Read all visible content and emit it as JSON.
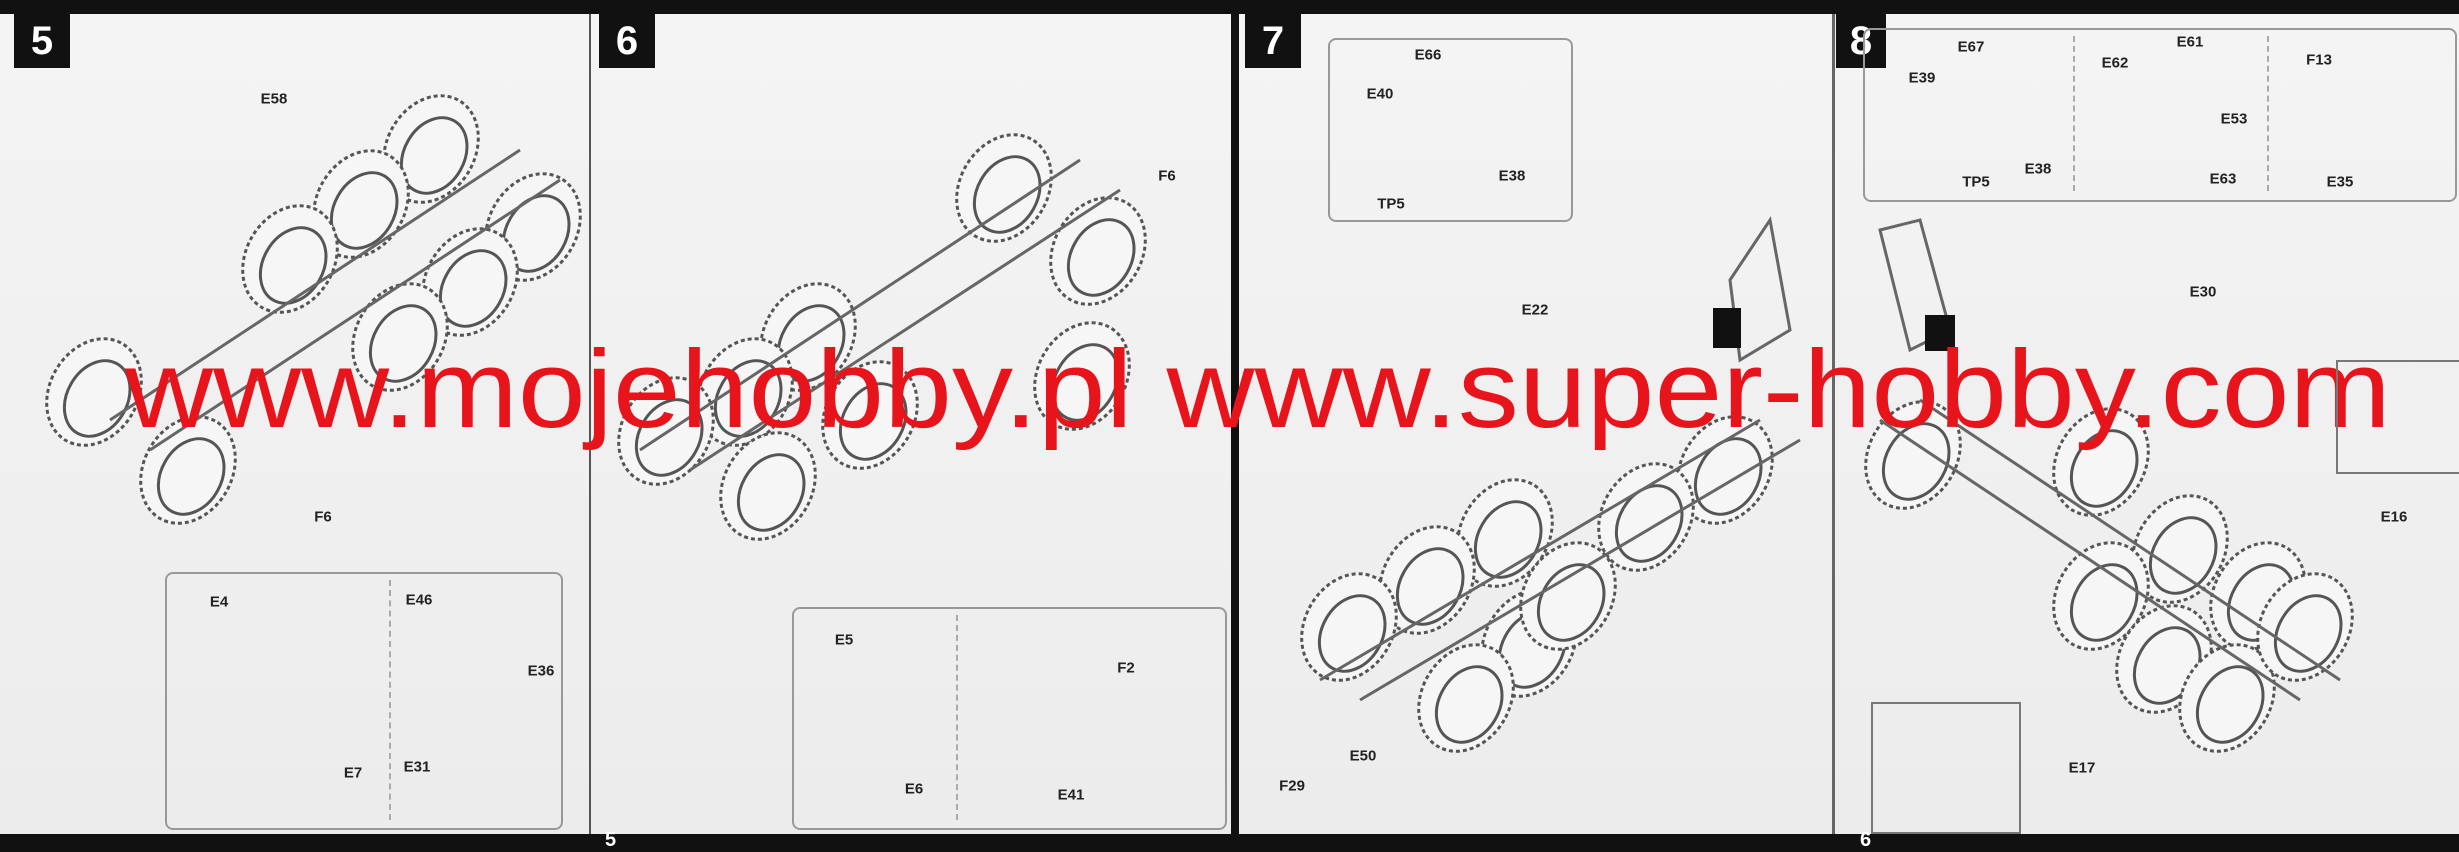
{
  "watermark": "www.mojehobby.pl www.super-hobby.com",
  "footer": {
    "left_page_number": "5",
    "right_page_number": "6"
  },
  "steps": [
    {
      "number": "5",
      "labels": [
        "E58",
        "F6"
      ],
      "inset_labels": [
        "E4",
        "E7",
        "E46",
        "E36",
        "E31"
      ]
    },
    {
      "number": "6",
      "labels": [
        "F6"
      ],
      "inset_labels": [
        "E5",
        "E6",
        "F2",
        "E41"
      ]
    },
    {
      "number": "7",
      "labels": [
        "E22",
        "E50",
        "F29"
      ],
      "inset_labels": [
        "E66",
        "E40",
        "E38",
        "TP5"
      ]
    },
    {
      "number": "8",
      "labels": [
        "E30",
        "E16",
        "E17"
      ],
      "inset_labels": [
        "E67",
        "E39",
        "E38",
        "TP5",
        "E62",
        "E61",
        "E53",
        "E63",
        "F13",
        "E35"
      ]
    }
  ],
  "colors": {
    "watermark": "#e8141b",
    "badge": "#111111",
    "paper": "#f2f2f2"
  }
}
